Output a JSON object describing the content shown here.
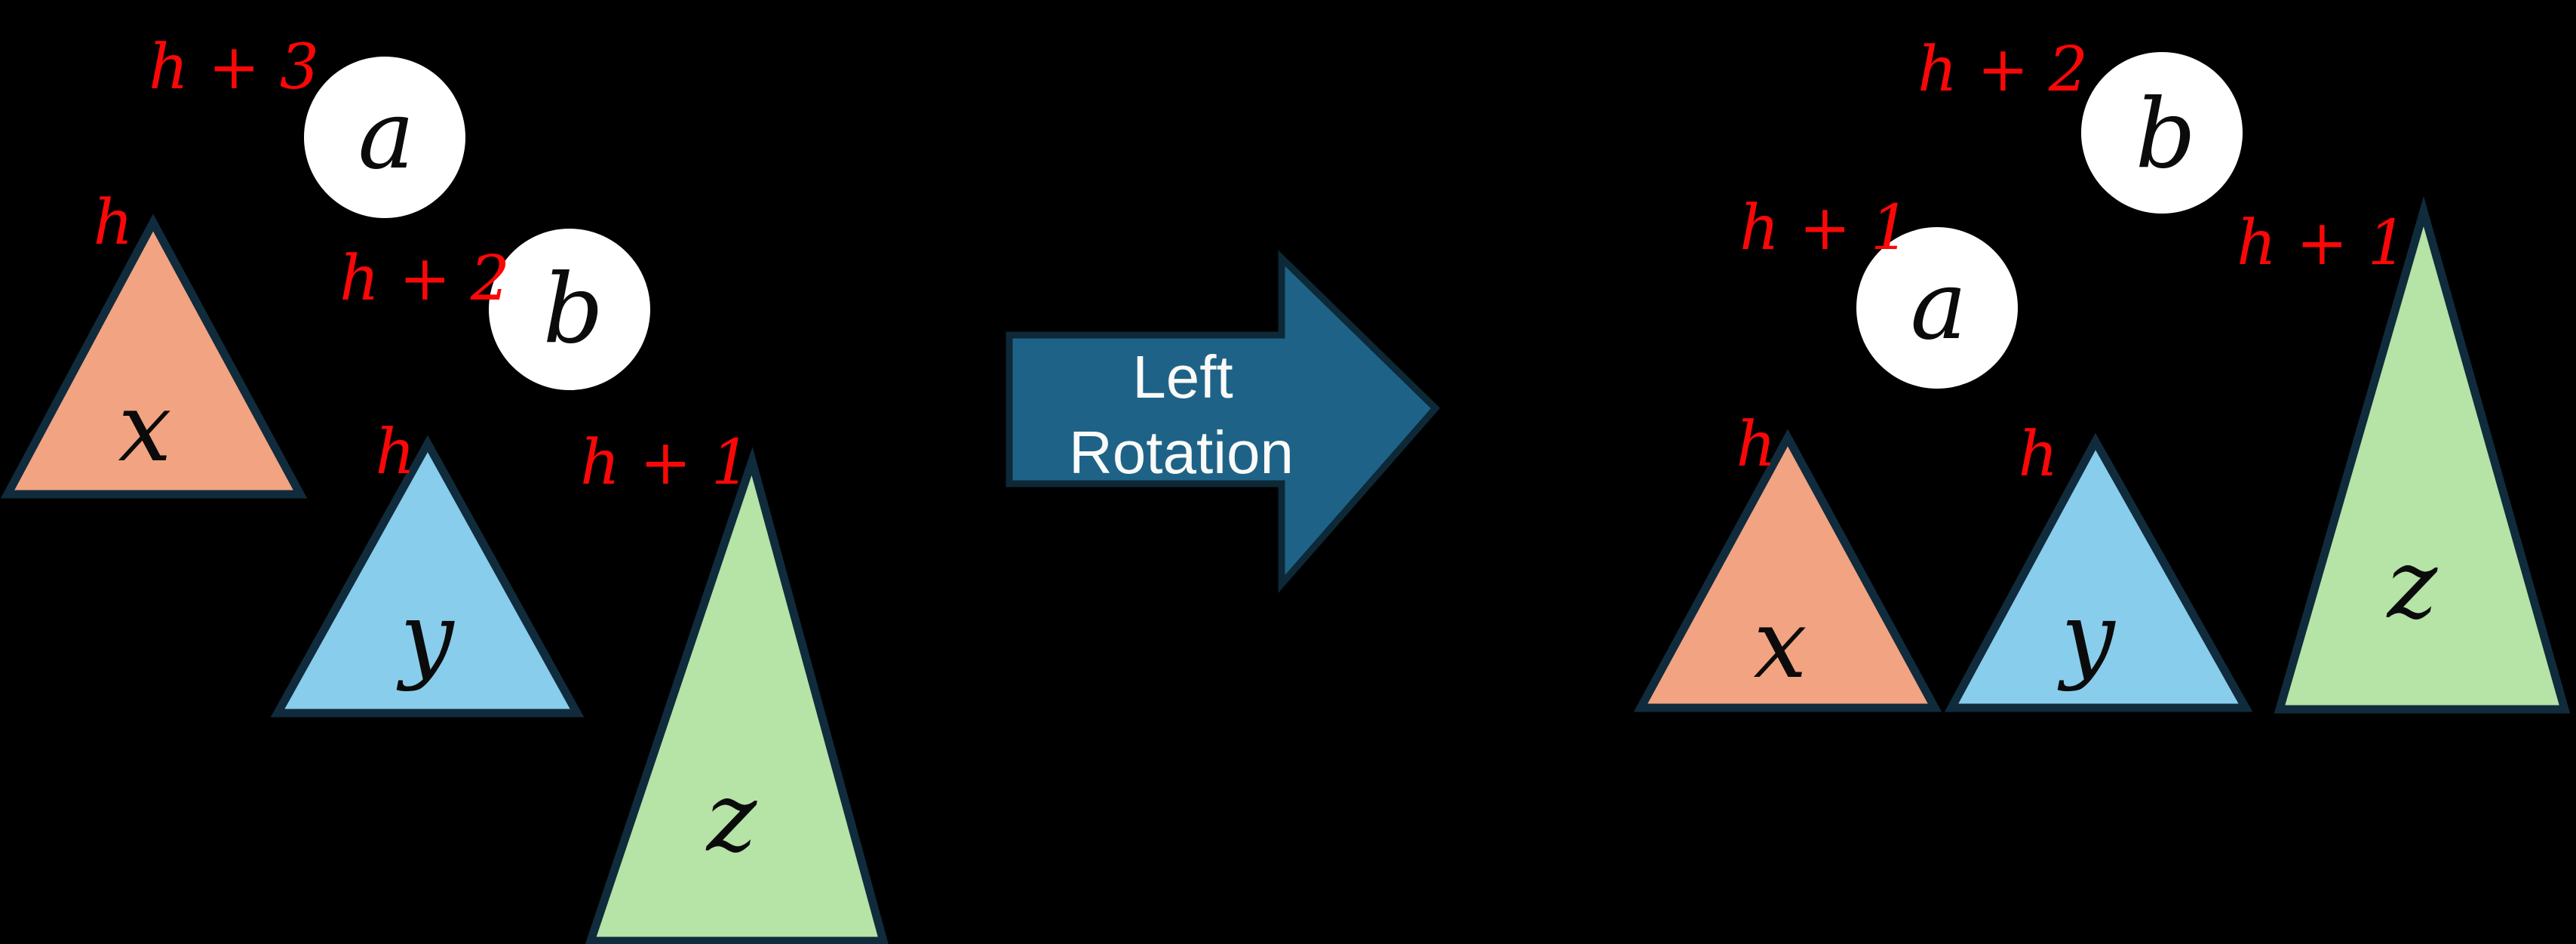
{
  "colors": {
    "background": "#000000",
    "node_fill": "#ffffff",
    "node_text": "#0b0b0b",
    "label_red": "#fb0707",
    "triangle_x_fill": "#f2a381",
    "triangle_y_fill": "#88cdeb",
    "triangle_z_fill": "#b6e3a6",
    "shape_stroke": "#102b3c",
    "arrow_fill": "#1e6387",
    "arrow_stroke": "#0d2836",
    "arrow_text": "#fafaf8"
  },
  "before": {
    "node_a": {
      "label": "a",
      "height": "h + 3"
    },
    "node_b": {
      "label": "b",
      "height": "h + 2"
    },
    "subtree_x": {
      "label": "x",
      "height": "h"
    },
    "subtree_y": {
      "label": "y",
      "height": "h"
    },
    "subtree_z": {
      "label": "z",
      "height": "h + 1"
    }
  },
  "after": {
    "node_b": {
      "label": "b",
      "height": "h + 2"
    },
    "node_a": {
      "label": "a",
      "height": "h + 1"
    },
    "subtree_x": {
      "label": "x",
      "height": "h"
    },
    "subtree_y": {
      "label": "y",
      "height": "h"
    },
    "subtree_z": {
      "label": "z",
      "height": "h + 1"
    }
  },
  "arrow": {
    "line1": "Left",
    "line2": "Rotation"
  }
}
